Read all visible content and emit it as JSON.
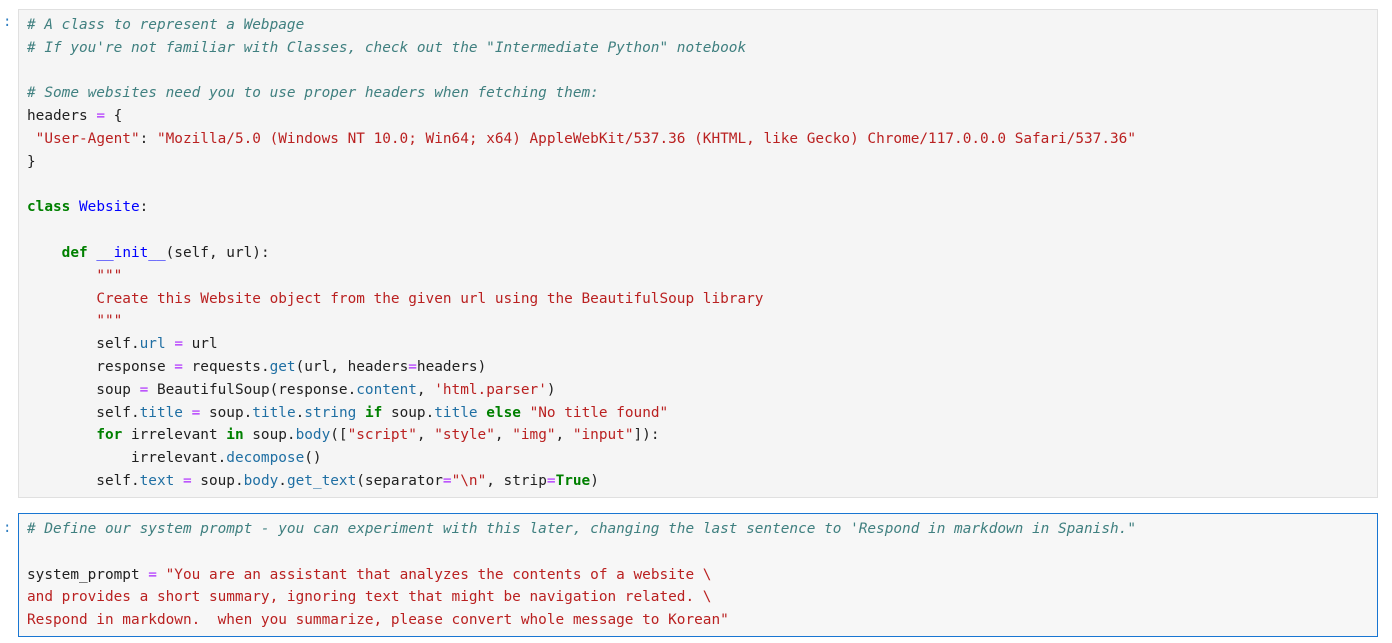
{
  "cells": [
    {
      "prompt": ":",
      "lines": [
        [
          {
            "t": "# A class to represent a Webpage",
            "c": "c"
          }
        ],
        [
          {
            "t": "# If you're not familiar with Classes, check out the \"Intermediate Python\" notebook",
            "c": "c"
          }
        ],
        [],
        [
          {
            "t": "# Some websites need you to use proper headers when fetching them:",
            "c": "c"
          }
        ],
        [
          {
            "t": "headers ",
            "c": "p"
          },
          {
            "t": "=",
            "c": "o"
          },
          {
            "t": " {",
            "c": "p"
          }
        ],
        [
          {
            "t": " ",
            "c": "p"
          },
          {
            "t": "\"User-Agent\"",
            "c": "s"
          },
          {
            "t": ": ",
            "c": "p"
          },
          {
            "t": "\"Mozilla/5.0 (Windows NT 10.0; Win64; x64) AppleWebKit/537.36 (KHTML, like Gecko) Chrome/117.0.0.0 Safari/537.36\"",
            "c": "s"
          }
        ],
        [
          {
            "t": "}",
            "c": "p"
          }
        ],
        [],
        [
          {
            "t": "class",
            "c": "k"
          },
          {
            "t": " ",
            "c": "p"
          },
          {
            "t": "Website",
            "c": "f"
          },
          {
            "t": ":",
            "c": "p"
          }
        ],
        [],
        [
          {
            "t": "    ",
            "c": "p"
          },
          {
            "t": "def",
            "c": "k"
          },
          {
            "t": " ",
            "c": "p"
          },
          {
            "t": "__init__",
            "c": "f"
          },
          {
            "t": "(self, url):",
            "c": "p"
          }
        ],
        [
          {
            "t": "        ",
            "c": "p"
          },
          {
            "t": "\"\"\"",
            "c": "s"
          }
        ],
        [
          {
            "t": "        ",
            "c": "p"
          },
          {
            "t": "Create this Website object from the given url using the BeautifulSoup library",
            "c": "s"
          }
        ],
        [
          {
            "t": "        ",
            "c": "p"
          },
          {
            "t": "\"\"\"",
            "c": "s"
          }
        ],
        [
          {
            "t": "        self.",
            "c": "p"
          },
          {
            "t": "url",
            "c": "a"
          },
          {
            "t": " ",
            "c": "p"
          },
          {
            "t": "=",
            "c": "o"
          },
          {
            "t": " url",
            "c": "p"
          }
        ],
        [
          {
            "t": "        response ",
            "c": "p"
          },
          {
            "t": "=",
            "c": "o"
          },
          {
            "t": " requests.",
            "c": "p"
          },
          {
            "t": "get",
            "c": "a"
          },
          {
            "t": "(url, headers",
            "c": "p"
          },
          {
            "t": "=",
            "c": "o"
          },
          {
            "t": "headers)",
            "c": "p"
          }
        ],
        [
          {
            "t": "        soup ",
            "c": "p"
          },
          {
            "t": "=",
            "c": "o"
          },
          {
            "t": " BeautifulSoup(response.",
            "c": "p"
          },
          {
            "t": "content",
            "c": "a"
          },
          {
            "t": ", ",
            "c": "p"
          },
          {
            "t": "'html.parser'",
            "c": "s"
          },
          {
            "t": ")",
            "c": "p"
          }
        ],
        [
          {
            "t": "        self.",
            "c": "p"
          },
          {
            "t": "title",
            "c": "a"
          },
          {
            "t": " ",
            "c": "p"
          },
          {
            "t": "=",
            "c": "o"
          },
          {
            "t": " soup.",
            "c": "p"
          },
          {
            "t": "title",
            "c": "a"
          },
          {
            "t": ".",
            "c": "p"
          },
          {
            "t": "string",
            "c": "a"
          },
          {
            "t": " ",
            "c": "p"
          },
          {
            "t": "if",
            "c": "k"
          },
          {
            "t": " soup.",
            "c": "p"
          },
          {
            "t": "title",
            "c": "a"
          },
          {
            "t": " ",
            "c": "p"
          },
          {
            "t": "else",
            "c": "k"
          },
          {
            "t": " ",
            "c": "p"
          },
          {
            "t": "\"No title found\"",
            "c": "s"
          }
        ],
        [
          {
            "t": "        ",
            "c": "p"
          },
          {
            "t": "for",
            "c": "k"
          },
          {
            "t": " irrelevant ",
            "c": "p"
          },
          {
            "t": "in",
            "c": "k"
          },
          {
            "t": " soup.",
            "c": "p"
          },
          {
            "t": "body",
            "c": "a"
          },
          {
            "t": "([",
            "c": "p"
          },
          {
            "t": "\"script\"",
            "c": "s"
          },
          {
            "t": ", ",
            "c": "p"
          },
          {
            "t": "\"style\"",
            "c": "s"
          },
          {
            "t": ", ",
            "c": "p"
          },
          {
            "t": "\"img\"",
            "c": "s"
          },
          {
            "t": ", ",
            "c": "p"
          },
          {
            "t": "\"input\"",
            "c": "s"
          },
          {
            "t": "]):",
            "c": "p"
          }
        ],
        [
          {
            "t": "            irrelevant.",
            "c": "p"
          },
          {
            "t": "decompose",
            "c": "a"
          },
          {
            "t": "()",
            "c": "p"
          }
        ],
        [
          {
            "t": "        self.",
            "c": "p"
          },
          {
            "t": "text",
            "c": "a"
          },
          {
            "t": " ",
            "c": "p"
          },
          {
            "t": "=",
            "c": "o"
          },
          {
            "t": " soup.",
            "c": "p"
          },
          {
            "t": "body",
            "c": "a"
          },
          {
            "t": ".",
            "c": "p"
          },
          {
            "t": "get_text",
            "c": "a"
          },
          {
            "t": "(separator",
            "c": "p"
          },
          {
            "t": "=",
            "c": "o"
          },
          {
            "t": "\"\\n\"",
            "c": "s"
          },
          {
            "t": ", strip",
            "c": "p"
          },
          {
            "t": "=",
            "c": "o"
          },
          {
            "t": "True",
            "c": "k"
          },
          {
            "t": ")",
            "c": "p"
          }
        ]
      ]
    },
    {
      "prompt": ":",
      "lines": [
        [
          {
            "t": "# Define our system prompt - you can experiment with this later, changing the last sentence to 'Respond in markdown in Spanish.\"",
            "c": "c"
          }
        ],
        [],
        [
          {
            "t": "system_prompt ",
            "c": "p"
          },
          {
            "t": "=",
            "c": "o"
          },
          {
            "t": " ",
            "c": "p"
          },
          {
            "t": "\"You are an assistant that analyzes the contents of a website \\",
            "c": "s"
          }
        ],
        [
          {
            "t": "and provides a short summary, ignoring text that might be navigation related. \\",
            "c": "s"
          }
        ],
        [
          {
            "t": "Respond in markdown.  when you summarize, please convert whole message to Korean\"",
            "c": "s"
          }
        ]
      ]
    }
  ],
  "colors": {
    "comment": "#408080",
    "string": "#ba2121",
    "keyword": "#008000",
    "operator": "#aa22ff",
    "definition": "#0000ff",
    "attribute": "#1f6fa3",
    "active_border": "#1976d2"
  }
}
